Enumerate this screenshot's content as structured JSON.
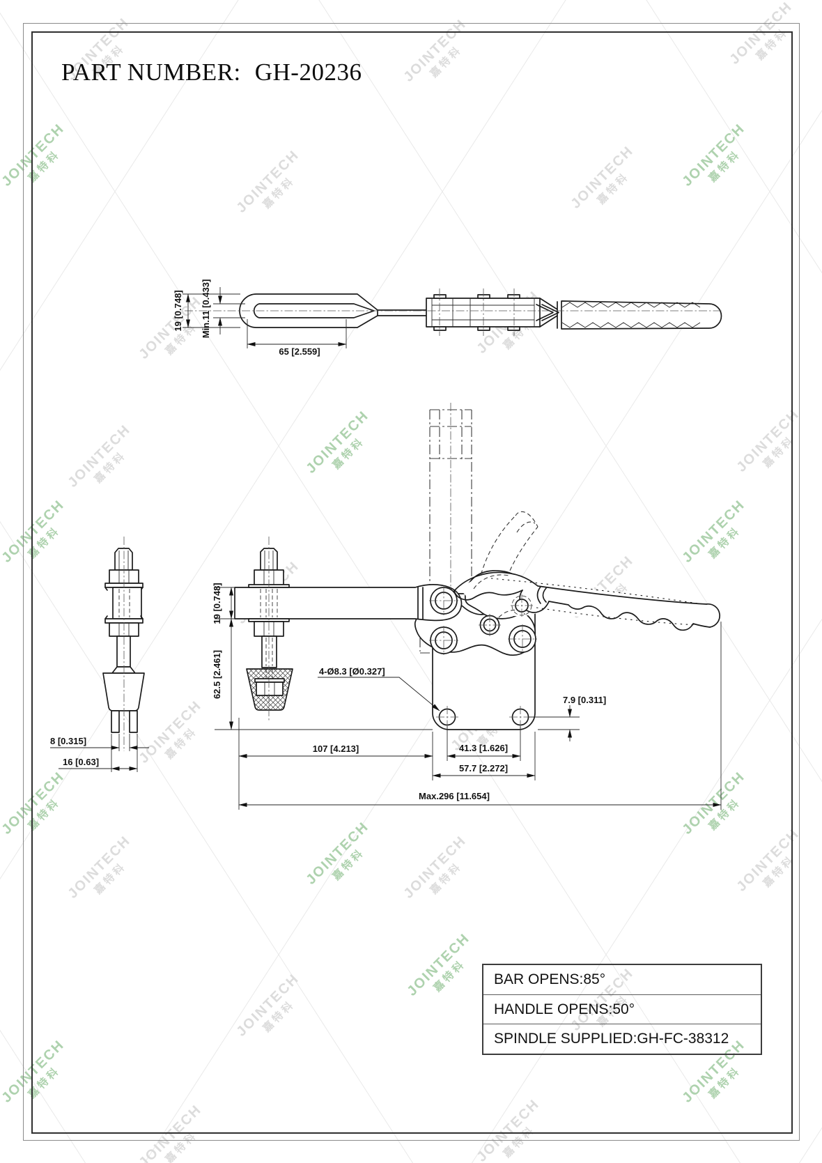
{
  "title": {
    "label": "PART NUMBER:",
    "number": "GH-20236"
  },
  "watermark": {
    "latin": "JOINTECH",
    "cjk": "嘉特科"
  },
  "colors": {
    "line": "#1b1b1b",
    "watermark_gray": "#dcdcdc",
    "watermark_green": "#aed2ae",
    "lattice": "#e9e9e9"
  },
  "views": {
    "top": {
      "dim_bar_width": "19 [0.748]",
      "dim_slot_min": "Min.11 [0.433]",
      "dim_slot_length": "65 [2.559]"
    },
    "front": {
      "dim_prong_gap": "8 [0.315]",
      "dim_tip_width": "16 [0.63]"
    },
    "side": {
      "dim_bar_height": "19 [0.748]",
      "dim_under_bar": "62.5 [2.461]",
      "dim_mounting_holes": "4-Ø8.3 [Ø0.327]",
      "dim_hole_edge": "7.9 [0.311]",
      "dim_spindle_to_base": "107 [4.213]",
      "dim_hole_span": "41.3 [1.626]",
      "dim_base_width": "57.7 [2.272]",
      "dim_max_length": "Max.296 [11.654]"
    }
  },
  "spec_table": {
    "rows": [
      "BAR OPENS:85°",
      "HANDLE OPENS:50°",
      "SPINDLE SUPPLIED:GH-FC-38312"
    ]
  }
}
